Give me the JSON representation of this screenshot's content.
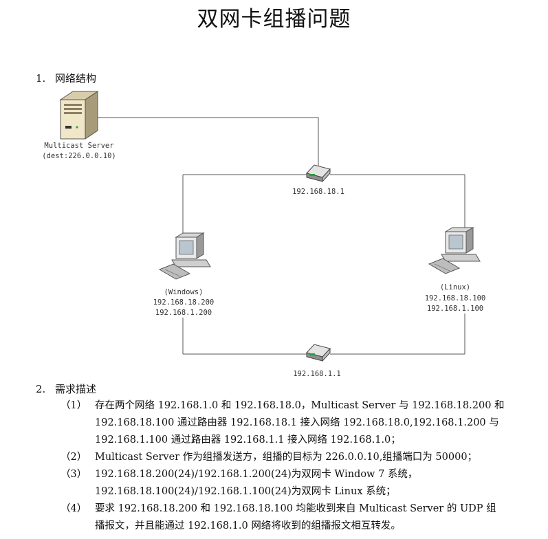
{
  "document": {
    "title": "双网卡组播问题"
  },
  "sections": [
    {
      "number": "1.",
      "heading": "网络结构"
    },
    {
      "number": "2.",
      "heading": "需求描述"
    }
  ],
  "diagram": {
    "server": {
      "label_line1": "Multicast Server",
      "label_line2": "(dest:226.0.0.10)",
      "icon": "server-icon"
    },
    "router_top": {
      "label": "192.168.18.1",
      "icon": "router-icon"
    },
    "router_bottom": {
      "label": "192.168.1.1",
      "icon": "router-icon"
    },
    "windows_pc": {
      "label_line1": "(Windows)",
      "label_line2": "192.168.18.200",
      "label_line3": "192.168.1.200",
      "icon": "desktop-computer-icon"
    },
    "linux_pc": {
      "label_line1": "(Linux)",
      "label_line2": "192.168.18.100",
      "label_line3": "192.168.1.100",
      "icon": "desktop-computer-icon"
    }
  },
  "requirements": [
    {
      "index": "（1）",
      "lines": [
        "存在两个网络 192.168.1.0 和 192.168.18.0，Multicast Server 与 192.168.18.200 和",
        "192.168.18.100 通过路由器 192.168.18.1 接入网络 192.168.18.0,192.168.1.200 与",
        "192.168.1.100 通过路由器 192.168.1.1 接入网络 192.168.1.0；"
      ]
    },
    {
      "index": "（2）",
      "lines": [
        "Multicast Server 作为组播发送方，组播的目标为 226.0.0.10,组播端口为 50000；"
      ]
    },
    {
      "index": "（3）",
      "lines": [
        "192.168.18.200(24)/192.168.1.200(24)为双网卡 Window 7 系统，",
        "192.168.18.100(24)/192.168.1.100(24)为双网卡 Linux 系统；"
      ]
    },
    {
      "index": "（4）",
      "lines": [
        "要求 192.168.18.200 和 192.168.18.100 均能收到来自 Multicast Server 的 UDP 组",
        "播报文，并且能通过 192.168.1.0 网络将收到的组播报文相互转发。"
      ]
    }
  ]
}
